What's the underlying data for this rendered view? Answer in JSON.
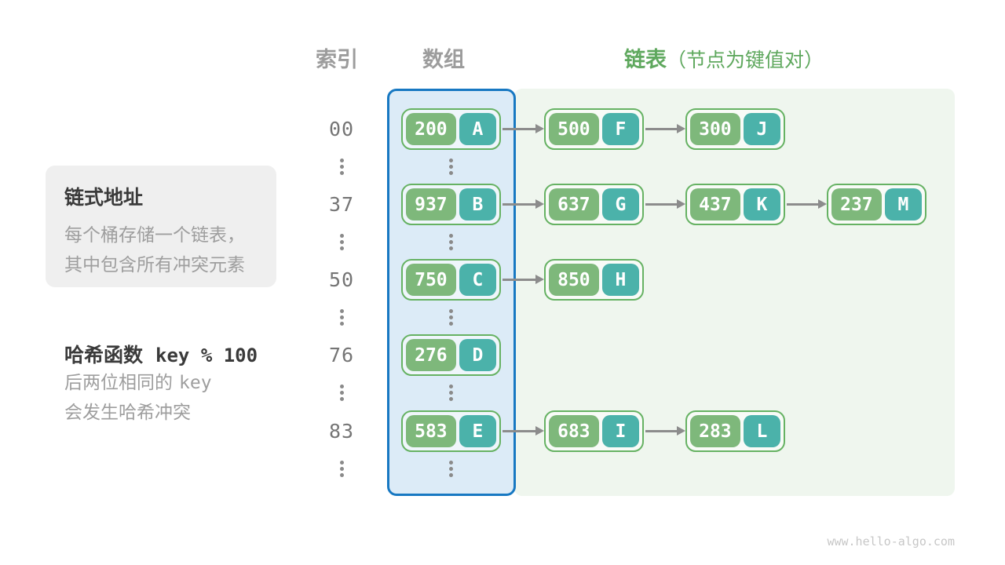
{
  "header": {
    "index_label": "索引",
    "array_label": "数组",
    "list_label": "链表",
    "list_note": "（节点为键值对）"
  },
  "side": {
    "panel": {
      "title": "链式地址",
      "line1": "每个桶存储一个链表，",
      "line2": "其中包含所有冲突元素"
    },
    "hash": {
      "title": "哈希函数",
      "formula": "key % 100",
      "line1_text": "后两位相同的",
      "line1_code": "key",
      "line2": "会发生哈希冲突"
    }
  },
  "rows": [
    {
      "index": "00",
      "bucket": {
        "key": "200",
        "value": "A"
      },
      "chain": [
        {
          "key": "500",
          "value": "F"
        },
        {
          "key": "300",
          "value": "J"
        }
      ]
    },
    {
      "index": "37",
      "bucket": {
        "key": "937",
        "value": "B"
      },
      "chain": [
        {
          "key": "637",
          "value": "G"
        },
        {
          "key": "437",
          "value": "K"
        },
        {
          "key": "237",
          "value": "M"
        }
      ]
    },
    {
      "index": "50",
      "bucket": {
        "key": "750",
        "value": "C"
      },
      "chain": [
        {
          "key": "850",
          "value": "H"
        }
      ]
    },
    {
      "index": "76",
      "bucket": {
        "key": "276",
        "value": "D"
      },
      "chain": []
    },
    {
      "index": "83",
      "bucket": {
        "key": "583",
        "value": "E"
      },
      "chain": [
        {
          "key": "683",
          "value": "I"
        },
        {
          "key": "283",
          "value": "L"
        }
      ]
    }
  ],
  "watermark": "www.hello-algo.com",
  "colors": {
    "accent_blue": "#1778c2",
    "array_fill": "#dcebf7",
    "list_fill": "#eff6ee",
    "node_border": "#66b263",
    "key_fill": "#7eb87b",
    "value_fill": "#4bb2aa",
    "node_text": "#ffffff",
    "header_gray": "#9c9c9c",
    "header_green": "#5fa85e",
    "text_dark": "#3a3a3a",
    "text_gray": "#9e9e9e",
    "index_gray": "#757575",
    "arrow_gray": "#8c8c8c",
    "dot_gray": "#8a8a8a",
    "panel_bg": "#efefef",
    "watermark_gray": "#c7c7c7"
  }
}
